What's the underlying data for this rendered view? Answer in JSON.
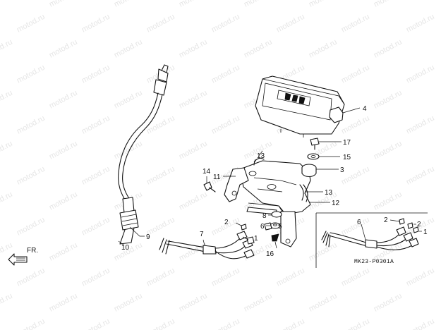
{
  "watermark": "motod.ru",
  "diagram_code": "MK23-P0301A",
  "direction": {
    "label": "FR.",
    "icon": "arrow-left-icon"
  },
  "parts": [
    "1",
    "2",
    "3",
    "4",
    "5",
    "6",
    "7",
    "8",
    "9",
    "10",
    "11",
    "12",
    "13",
    "14",
    "15",
    "16",
    "17"
  ],
  "colors": {
    "line": "#111111",
    "background": "#ffffff",
    "watermark": "#e6e6e6"
  }
}
